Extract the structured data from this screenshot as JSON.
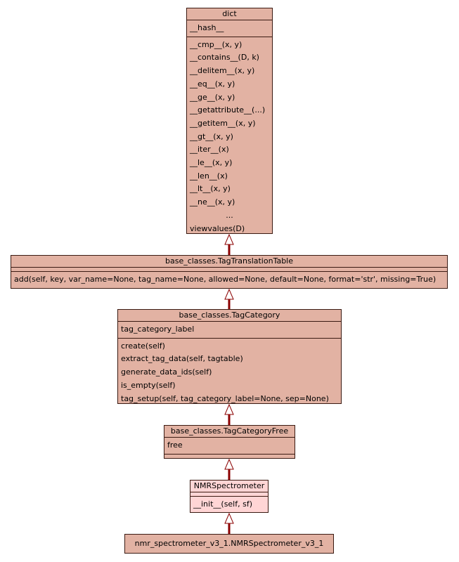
{
  "classes": {
    "dict": {
      "name": "dict",
      "attributes": [
        "__hash__"
      ],
      "methods": [
        "__cmp__(x, y)",
        "__contains__(D, k)",
        "__delitem__(x, y)",
        "__eq__(x, y)",
        "__ge__(x, y)",
        "__getattribute__(...)",
        "__getitem__(x, y)",
        "__gt__(x, y)",
        "__iter__(x)",
        "__le__(x, y)",
        "__len__(x)",
        "__lt__(x, y)",
        "__ne__(x, y)",
        "...",
        "viewvalues(D)"
      ]
    },
    "tag_translation_table": {
      "name": "base_classes.TagTranslationTable",
      "methods": [
        "add(self, key, var_name=None, tag_name=None, allowed=None, default=None, format='str', missing=True)"
      ]
    },
    "tag_category": {
      "name": "base_classes.TagCategory",
      "attributes": [
        "tag_category_label"
      ],
      "methods": [
        "create(self)",
        "extract_tag_data(self, tagtable)",
        "generate_data_ids(self)",
        "is_empty(self)",
        "tag_setup(self, tag_category_label=None, sep=None)"
      ]
    },
    "tag_category_free": {
      "name": "base_classes.TagCategoryFree",
      "attributes": [
        "free"
      ]
    },
    "nmr_spectrometer": {
      "name": "NMRSpectrometer",
      "methods": [
        "__init__(self, sf)"
      ]
    },
    "nmr_spectrometer_v3_1": {
      "name": "nmr_spectrometer_v3_1.NMRSpectrometer_v3_1"
    }
  },
  "colors": {
    "box_fill": "#e2b2a3",
    "highlight_fill": "#ffd5d5",
    "border": "#3a1a12",
    "edge": "#8b0000"
  }
}
